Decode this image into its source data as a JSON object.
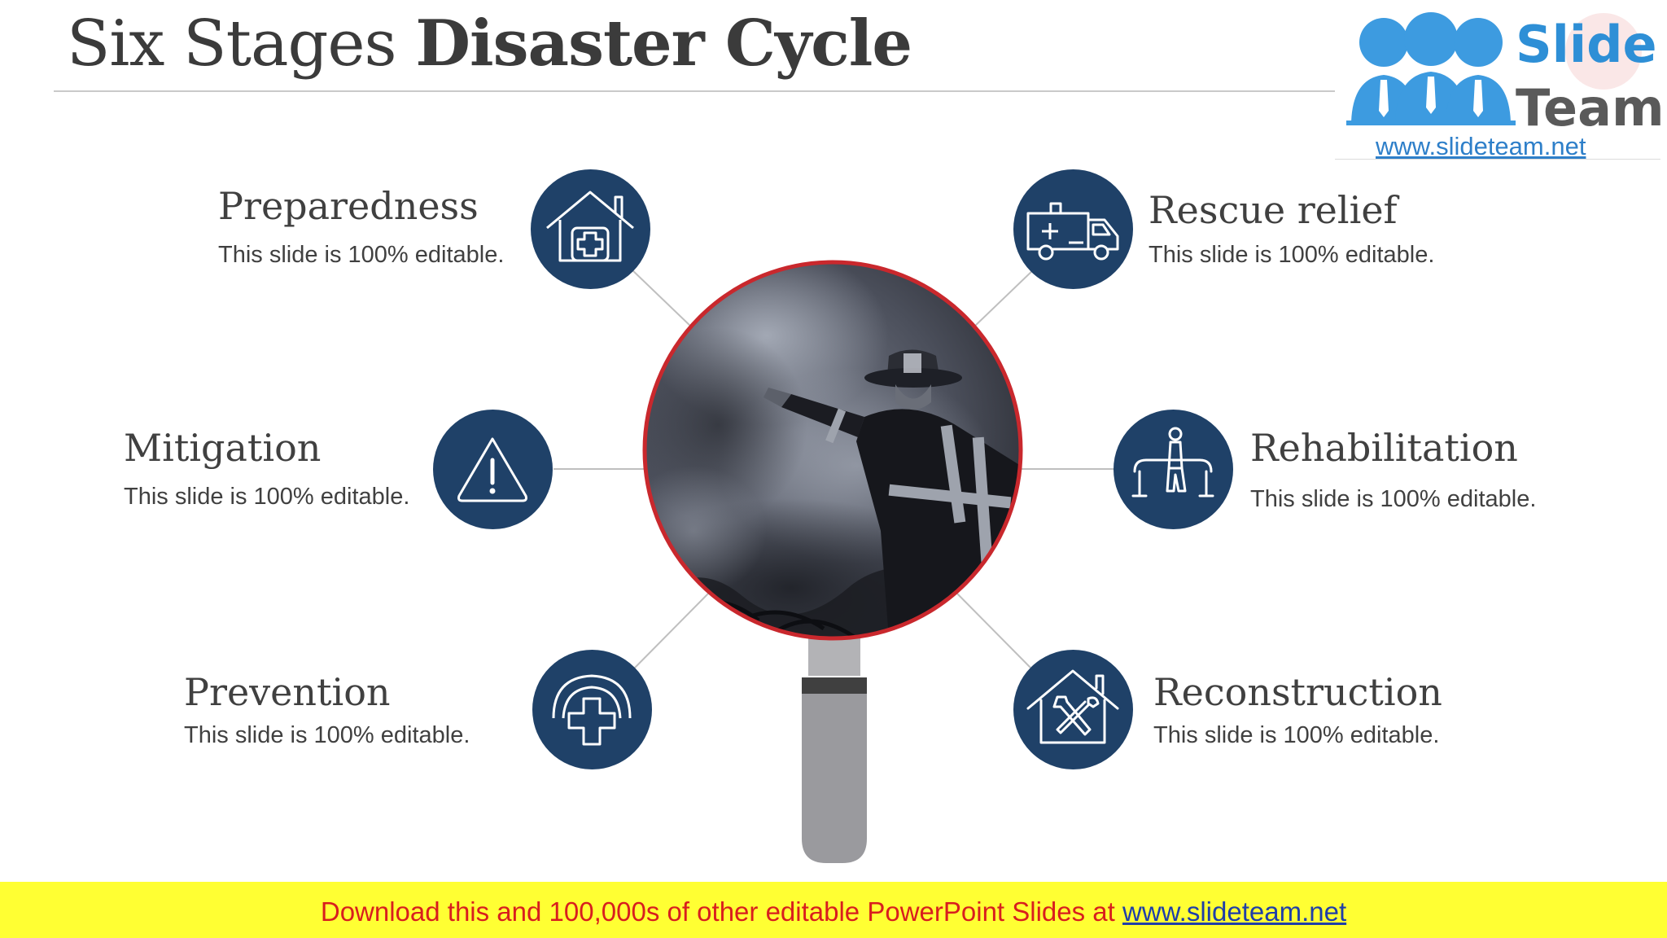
{
  "title": {
    "light": "Six Stages ",
    "bold": "Disaster Cycle"
  },
  "logo": {
    "word1": "Slide",
    "word2": "Team",
    "url": "www.slideteam.net"
  },
  "stages": [
    {
      "title": "Preparedness",
      "desc": "This slide is 100% editable.",
      "icon": "house-medical-icon"
    },
    {
      "title": "Mitigation",
      "desc": "This slide is 100% editable.",
      "icon": "warning-triangle-icon"
    },
    {
      "title": "Prevention",
      "desc": "This slide is 100% editable.",
      "icon": "helmet-cross-icon"
    },
    {
      "title": "Rescue relief",
      "desc": "This slide is 100% editable.",
      "icon": "ambulance-icon"
    },
    {
      "title": "Rehabilitation",
      "desc": "This slide is 100% editable.",
      "icon": "person-on-bench-icon"
    },
    {
      "title": "Reconstruction",
      "desc": "This slide is 100% editable.",
      "icon": "house-tools-icon"
    }
  ],
  "banner": {
    "prefix": "Download this and 100,000s of other editable PowerPoint Slides at ",
    "url": "www.slideteam.net"
  },
  "colors": {
    "circle": "#1f4168",
    "lens_rim": "#c9282d",
    "handle": "#9a9a9e",
    "handle_band": "#404040",
    "banner_bg": "#ffff33",
    "banner_text": "#d81e1e",
    "logo_blue": "#2e8fd6"
  }
}
